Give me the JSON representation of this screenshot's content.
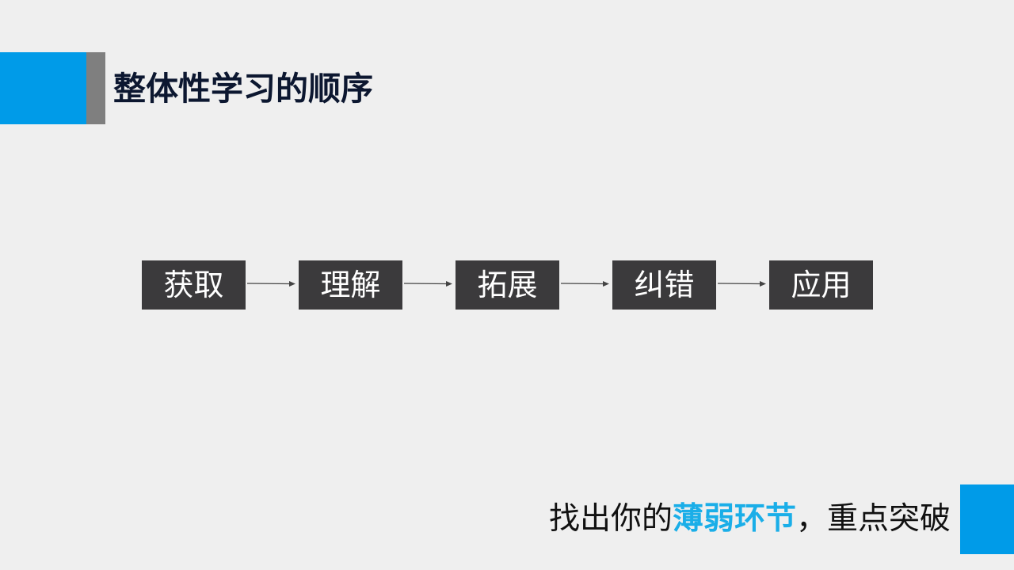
{
  "header": {
    "title": "整体性学习的顺序"
  },
  "flow": {
    "steps": [
      "获取",
      "理解",
      "拓展",
      "纠错",
      "应用"
    ]
  },
  "footer": {
    "prefix": "找出你的",
    "highlight": "薄弱环节",
    "suffix": "，重点突破"
  },
  "colors": {
    "accent": "#009be8",
    "highlight": "#1aaee8",
    "box": "#3b3a3c",
    "title": "#0c1730"
  }
}
